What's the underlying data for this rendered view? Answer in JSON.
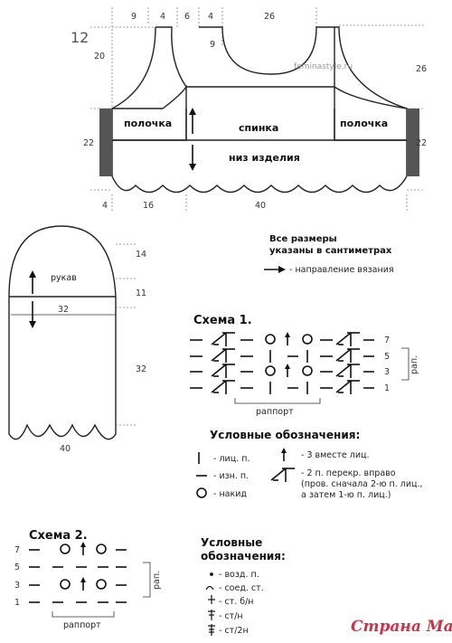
{
  "diagram_number": "12",
  "watermark": "feminastyle.ru",
  "top_dims": [
    "9",
    "4",
    "6",
    "4",
    "26"
  ],
  "right_dims": [
    "26",
    "22"
  ],
  "left_dims": [
    "20",
    "22"
  ],
  "bottom_dims": [
    "4",
    "16",
    "40"
  ],
  "body_labels": {
    "left_front": "полочка",
    "back": "спинка",
    "right_front": "полочка",
    "bottom": "низ изделия"
  },
  "sleeve": {
    "label": "рукав",
    "width": "32",
    "bottom": "40",
    "dim_14": "14",
    "dim_11": "11",
    "dim_32": "32"
  },
  "notes": {
    "line1": "Все размеры",
    "line2": "указаны в сантиметрах",
    "direction": "- направление вязания"
  },
  "scheme1": {
    "title": "Схема 1.",
    "rows": [
      "7",
      "5",
      "3",
      "1"
    ],
    "rap": "рап.",
    "repeat": "раппорт"
  },
  "legend1": {
    "title": "Условные обозначения:",
    "knit": "- лиц. п.",
    "purl": "- изн. п.",
    "yo": "- накид",
    "k3tog": "- 3 вместе лиц.",
    "cross1": "- 2 п. перекр. вправо",
    "cross2": "(пров. сначала 2-ю п. лиц.,",
    "cross3": "а затем 1-ю п. лиц.)"
  },
  "scheme2": {
    "title": "Схема 2.",
    "rows": [
      "7",
      "5",
      "3",
      "1"
    ],
    "rap": "рап.",
    "repeat": "раппорт"
  },
  "legend2": {
    "title1": "Условные",
    "title2": "обозначения:",
    "ch": "- возд. п.",
    "sl": "- соед. ст.",
    "sc": "- ст. б/н",
    "dc": "- ст/н",
    "tr": "- ст/2н"
  },
  "logo": "Страна Мам"
}
